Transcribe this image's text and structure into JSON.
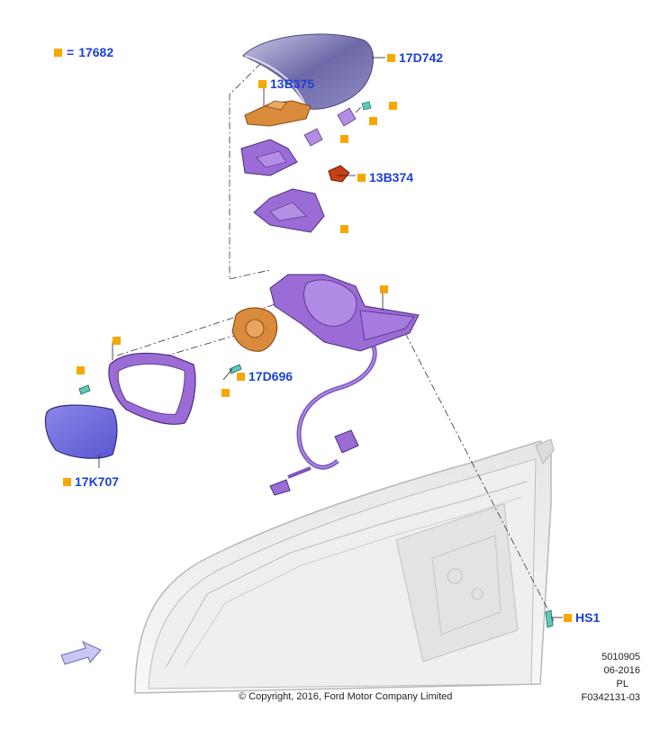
{
  "legend": {
    "symbol": "=",
    "part": "17682"
  },
  "parts": {
    "cover": "17D742",
    "upper_bracket": "13B375",
    "lower_bracket": "13B374",
    "motor": "17D696",
    "glass": "17K707",
    "screw": "HS1"
  },
  "footer": {
    "code1": "5010905",
    "date": "06-2016",
    "lang": "PL",
    "code2": "F0342131-03",
    "copyright": "© Copyright, 2016, Ford Motor Company Limited"
  },
  "colors": {
    "label": "#1c3fd6",
    "marker": "#f5a800",
    "housing": "#9b6bd6",
    "cover": "#6e6aa8",
    "orange_part": "#d98a3a",
    "red_part": "#c8401a",
    "door": "#d8d8d8"
  }
}
